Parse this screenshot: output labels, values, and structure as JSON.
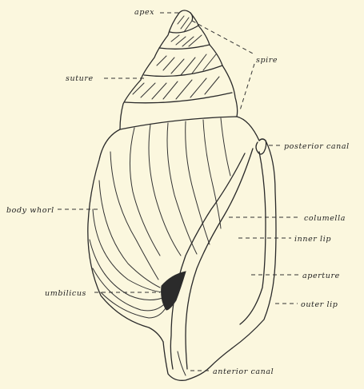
{
  "labels": {
    "apex": "apex",
    "spire": "spire",
    "suture": "suture",
    "posterior_canal": "posterior canal",
    "body_whorl": "body whorl",
    "columella": "columella",
    "inner_lip": "inner lip",
    "aperture": "aperture",
    "umbilicus": "umbilicus",
    "outer_lip": "outer lip",
    "anterior_canal": "anterior canal"
  },
  "colors": {
    "background": "#fbf7de",
    "ink": "#2a2a2a",
    "umbilicus_fill": "#2b2b2b"
  }
}
